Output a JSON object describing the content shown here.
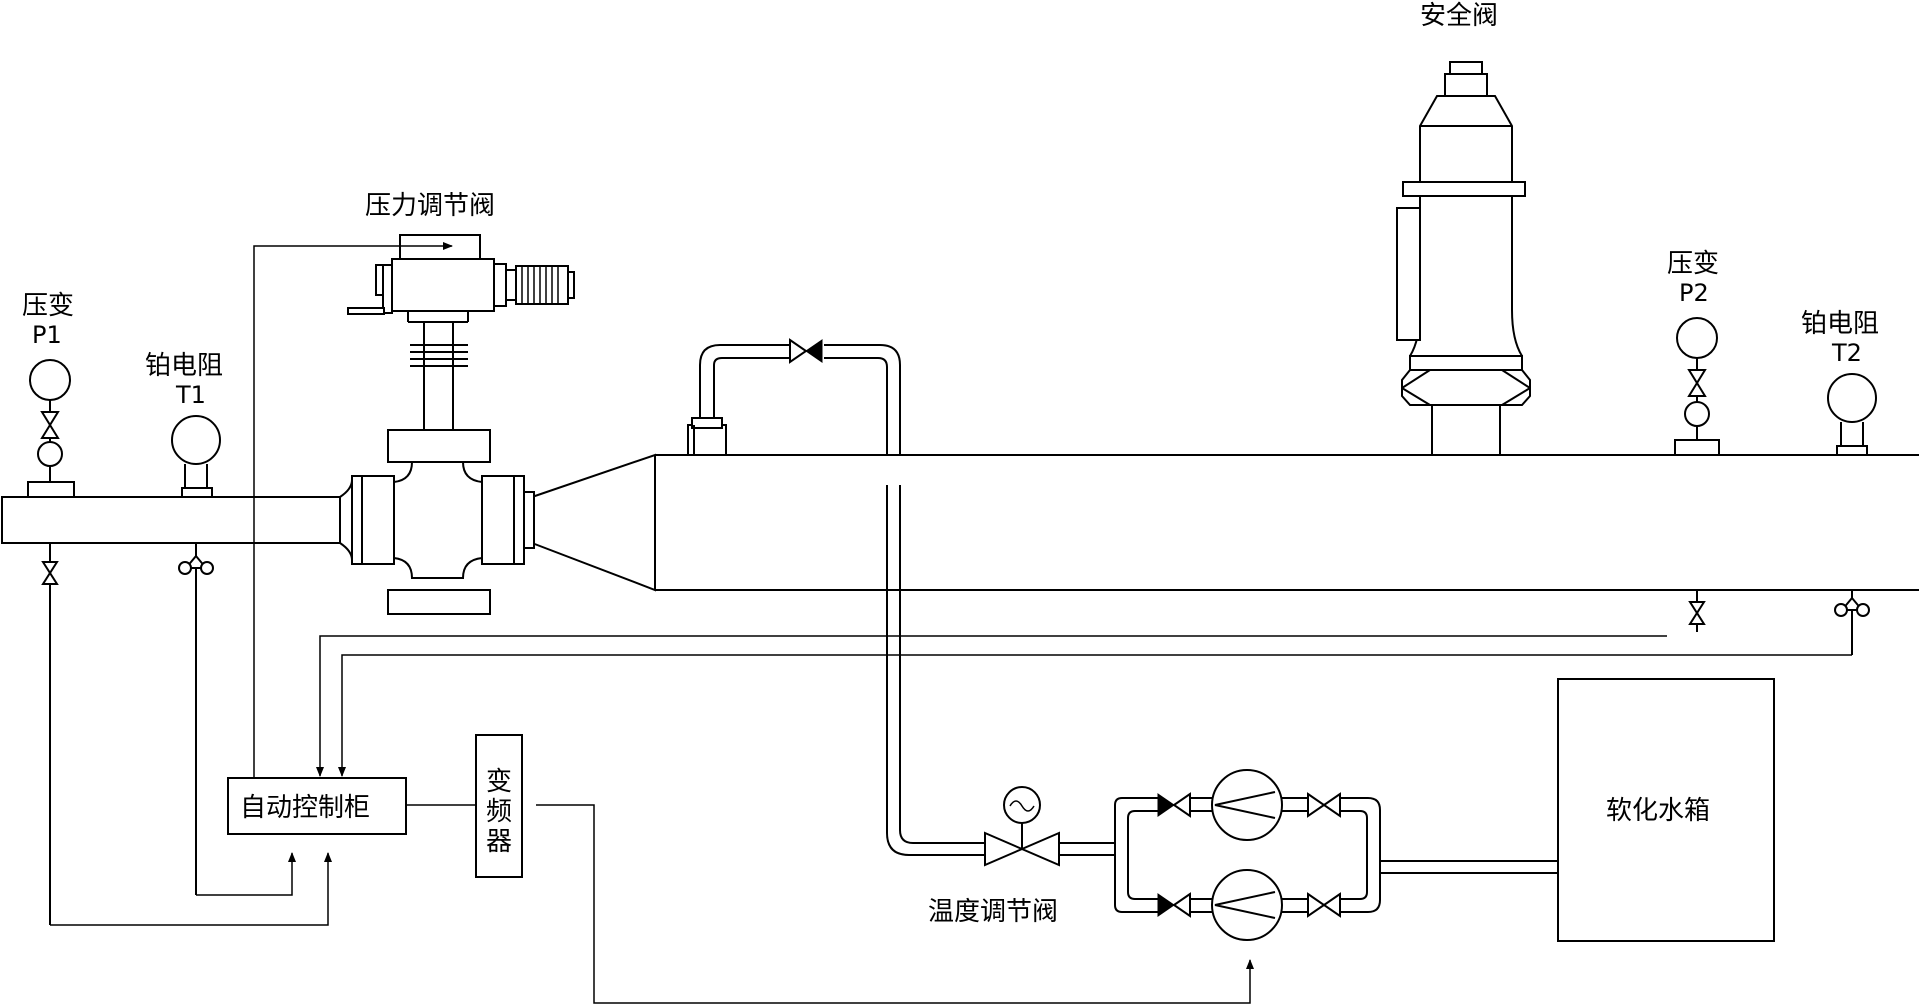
{
  "labels": {
    "safety_valve": "安全阀",
    "pressure_regulating_valve": "压力调节阀",
    "pressure_transmitter_1": {
      "name": "压变",
      "tag": "P1"
    },
    "platinum_resistor_1": {
      "name": "铂电阻",
      "tag": "T1"
    },
    "pressure_transmitter_2": {
      "name": "压变",
      "tag": "P2"
    },
    "platinum_resistor_2": {
      "name": "铂电阻",
      "tag": "T2"
    },
    "auto_control_cabinet": "自动控制柜",
    "frequency_converter": [
      "变",
      "频",
      "器"
    ],
    "temperature_regulating_valve": "温度调节阀",
    "softened_water_tank": "软化水箱"
  }
}
